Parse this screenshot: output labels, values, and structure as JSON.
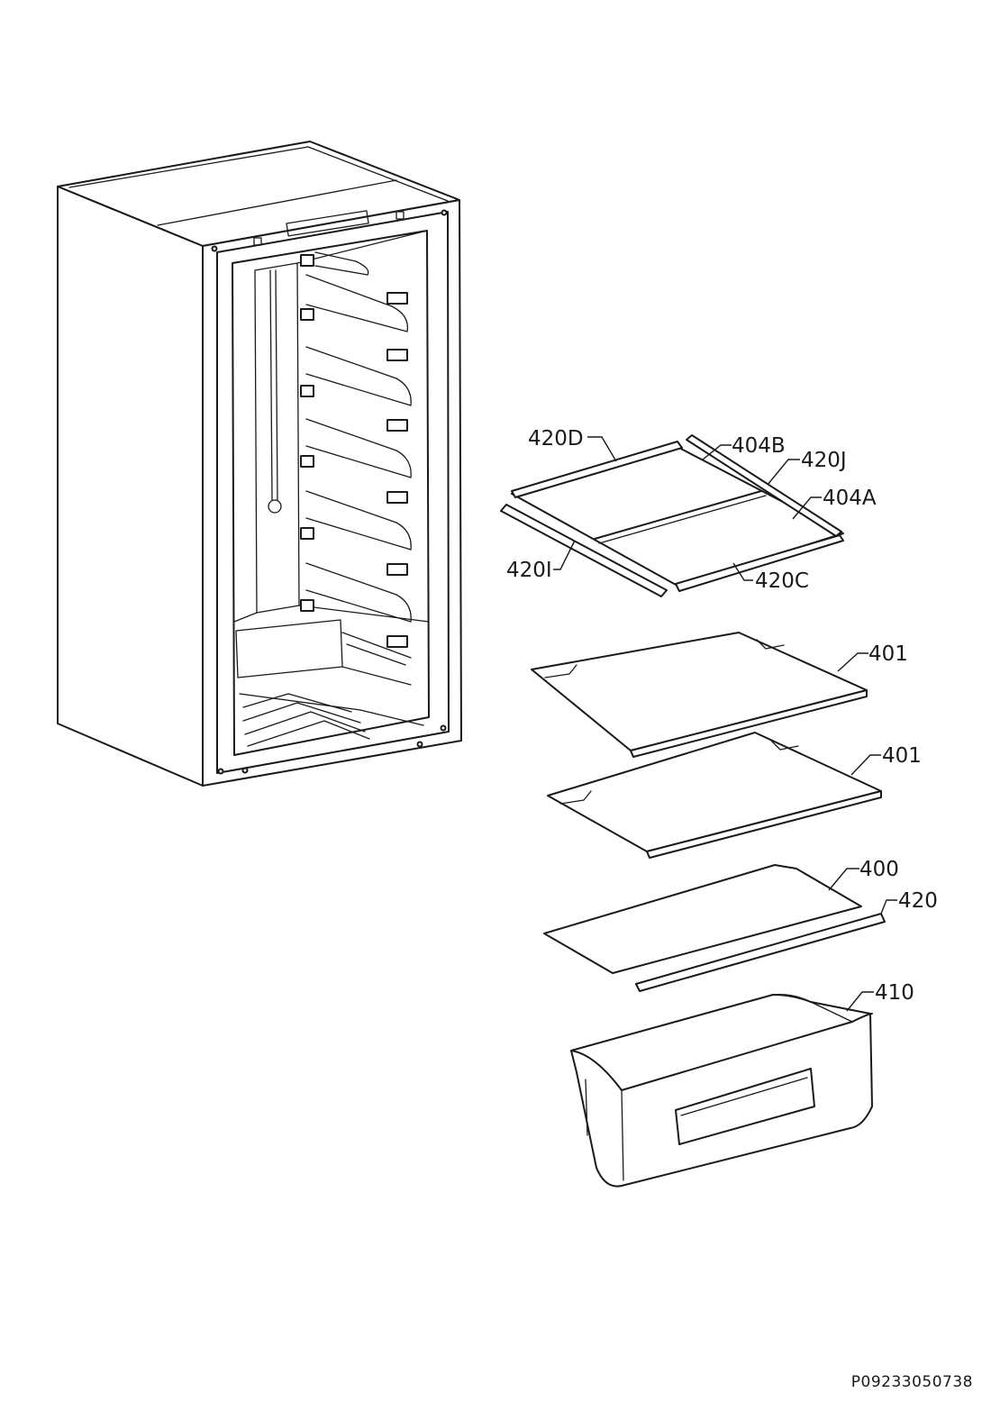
{
  "callouts": {
    "c420D": "420D",
    "c404B": "404B",
    "c420J": "420J",
    "c404A": "404A",
    "c420I": "420I",
    "c420C": "420C",
    "c401a": "401",
    "c401b": "401",
    "c400": "400",
    "c420": "420",
    "c410": "410"
  },
  "document_id": "P09233050738"
}
